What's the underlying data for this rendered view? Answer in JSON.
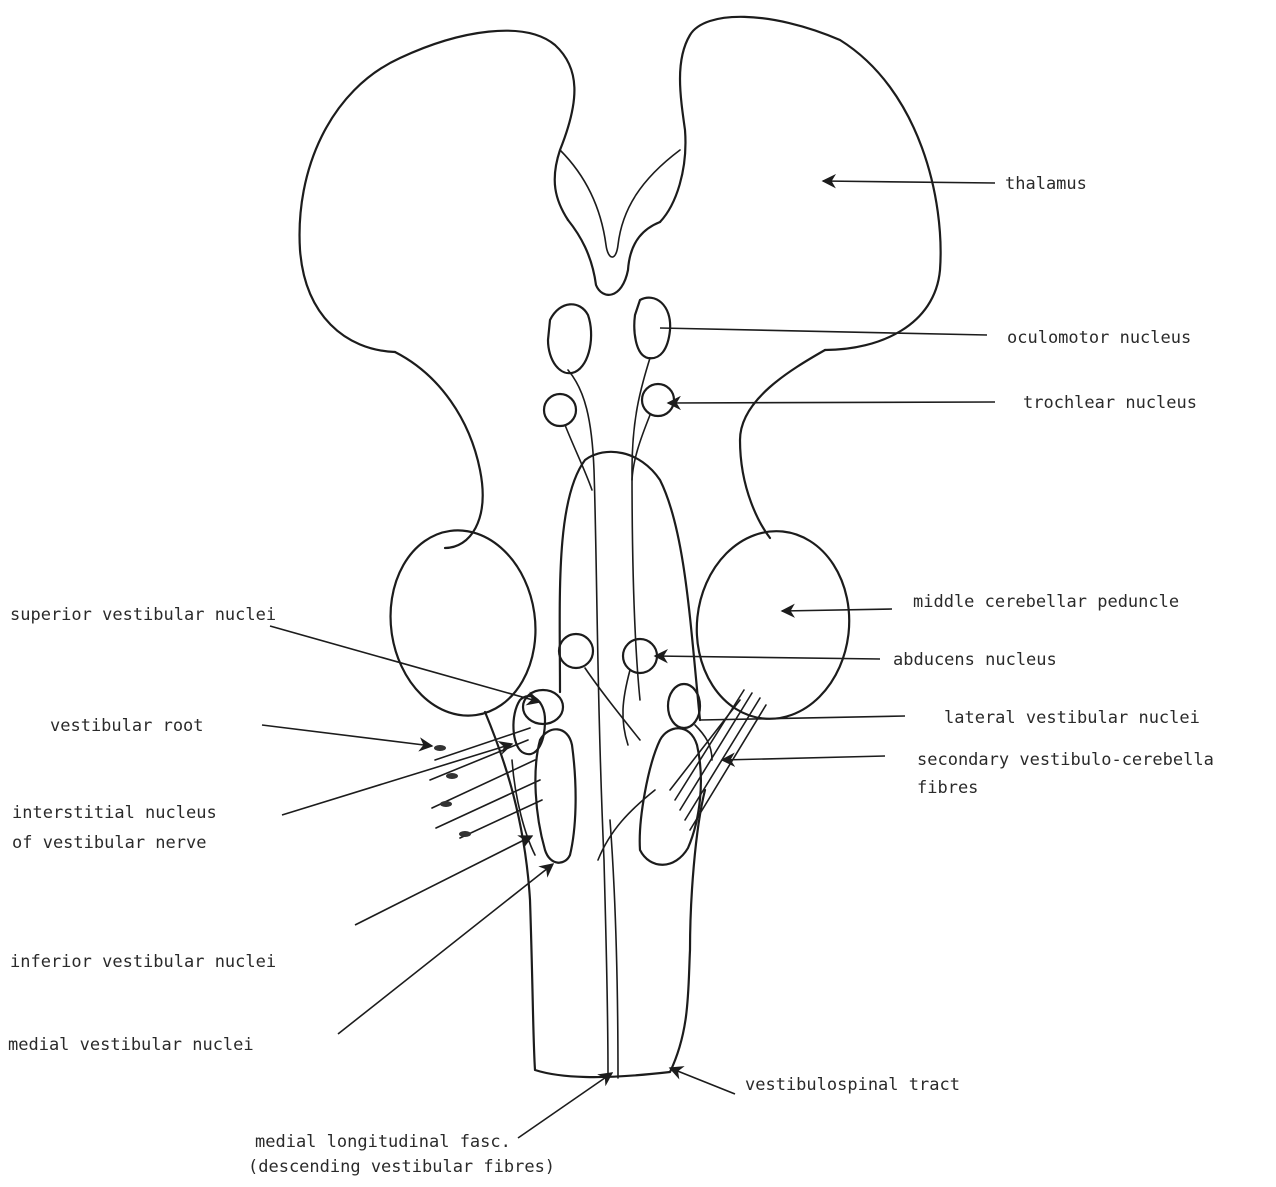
{
  "labels": {
    "thalamus": "thalamus",
    "oculomotor": "oculomotor nucleus",
    "trochlear": "trochlear nucleus",
    "middle_peduncle": "middle cerebellar peduncle",
    "superior_vest": "superior vestibular nuclei",
    "abducens": "abducens nucleus",
    "vestibular_root": "vestibular root",
    "lateral_vest": "lateral vestibular nuclei",
    "secondary_fibres_1": "secondary vestibulo-cerebella",
    "secondary_fibres_2": "fibres",
    "interstitial_1": "interstitial nucleus",
    "interstitial_2": "of vestibular nerve",
    "inferior_vest": "inferior vestibular nuclei",
    "medial_vest": "medial vestibular nuclei",
    "vestibulospinal": "vestibulospinal tract",
    "mlf_1": "medial longitudinal fasc.",
    "mlf_2": "(descending vestibular fibres)"
  }
}
